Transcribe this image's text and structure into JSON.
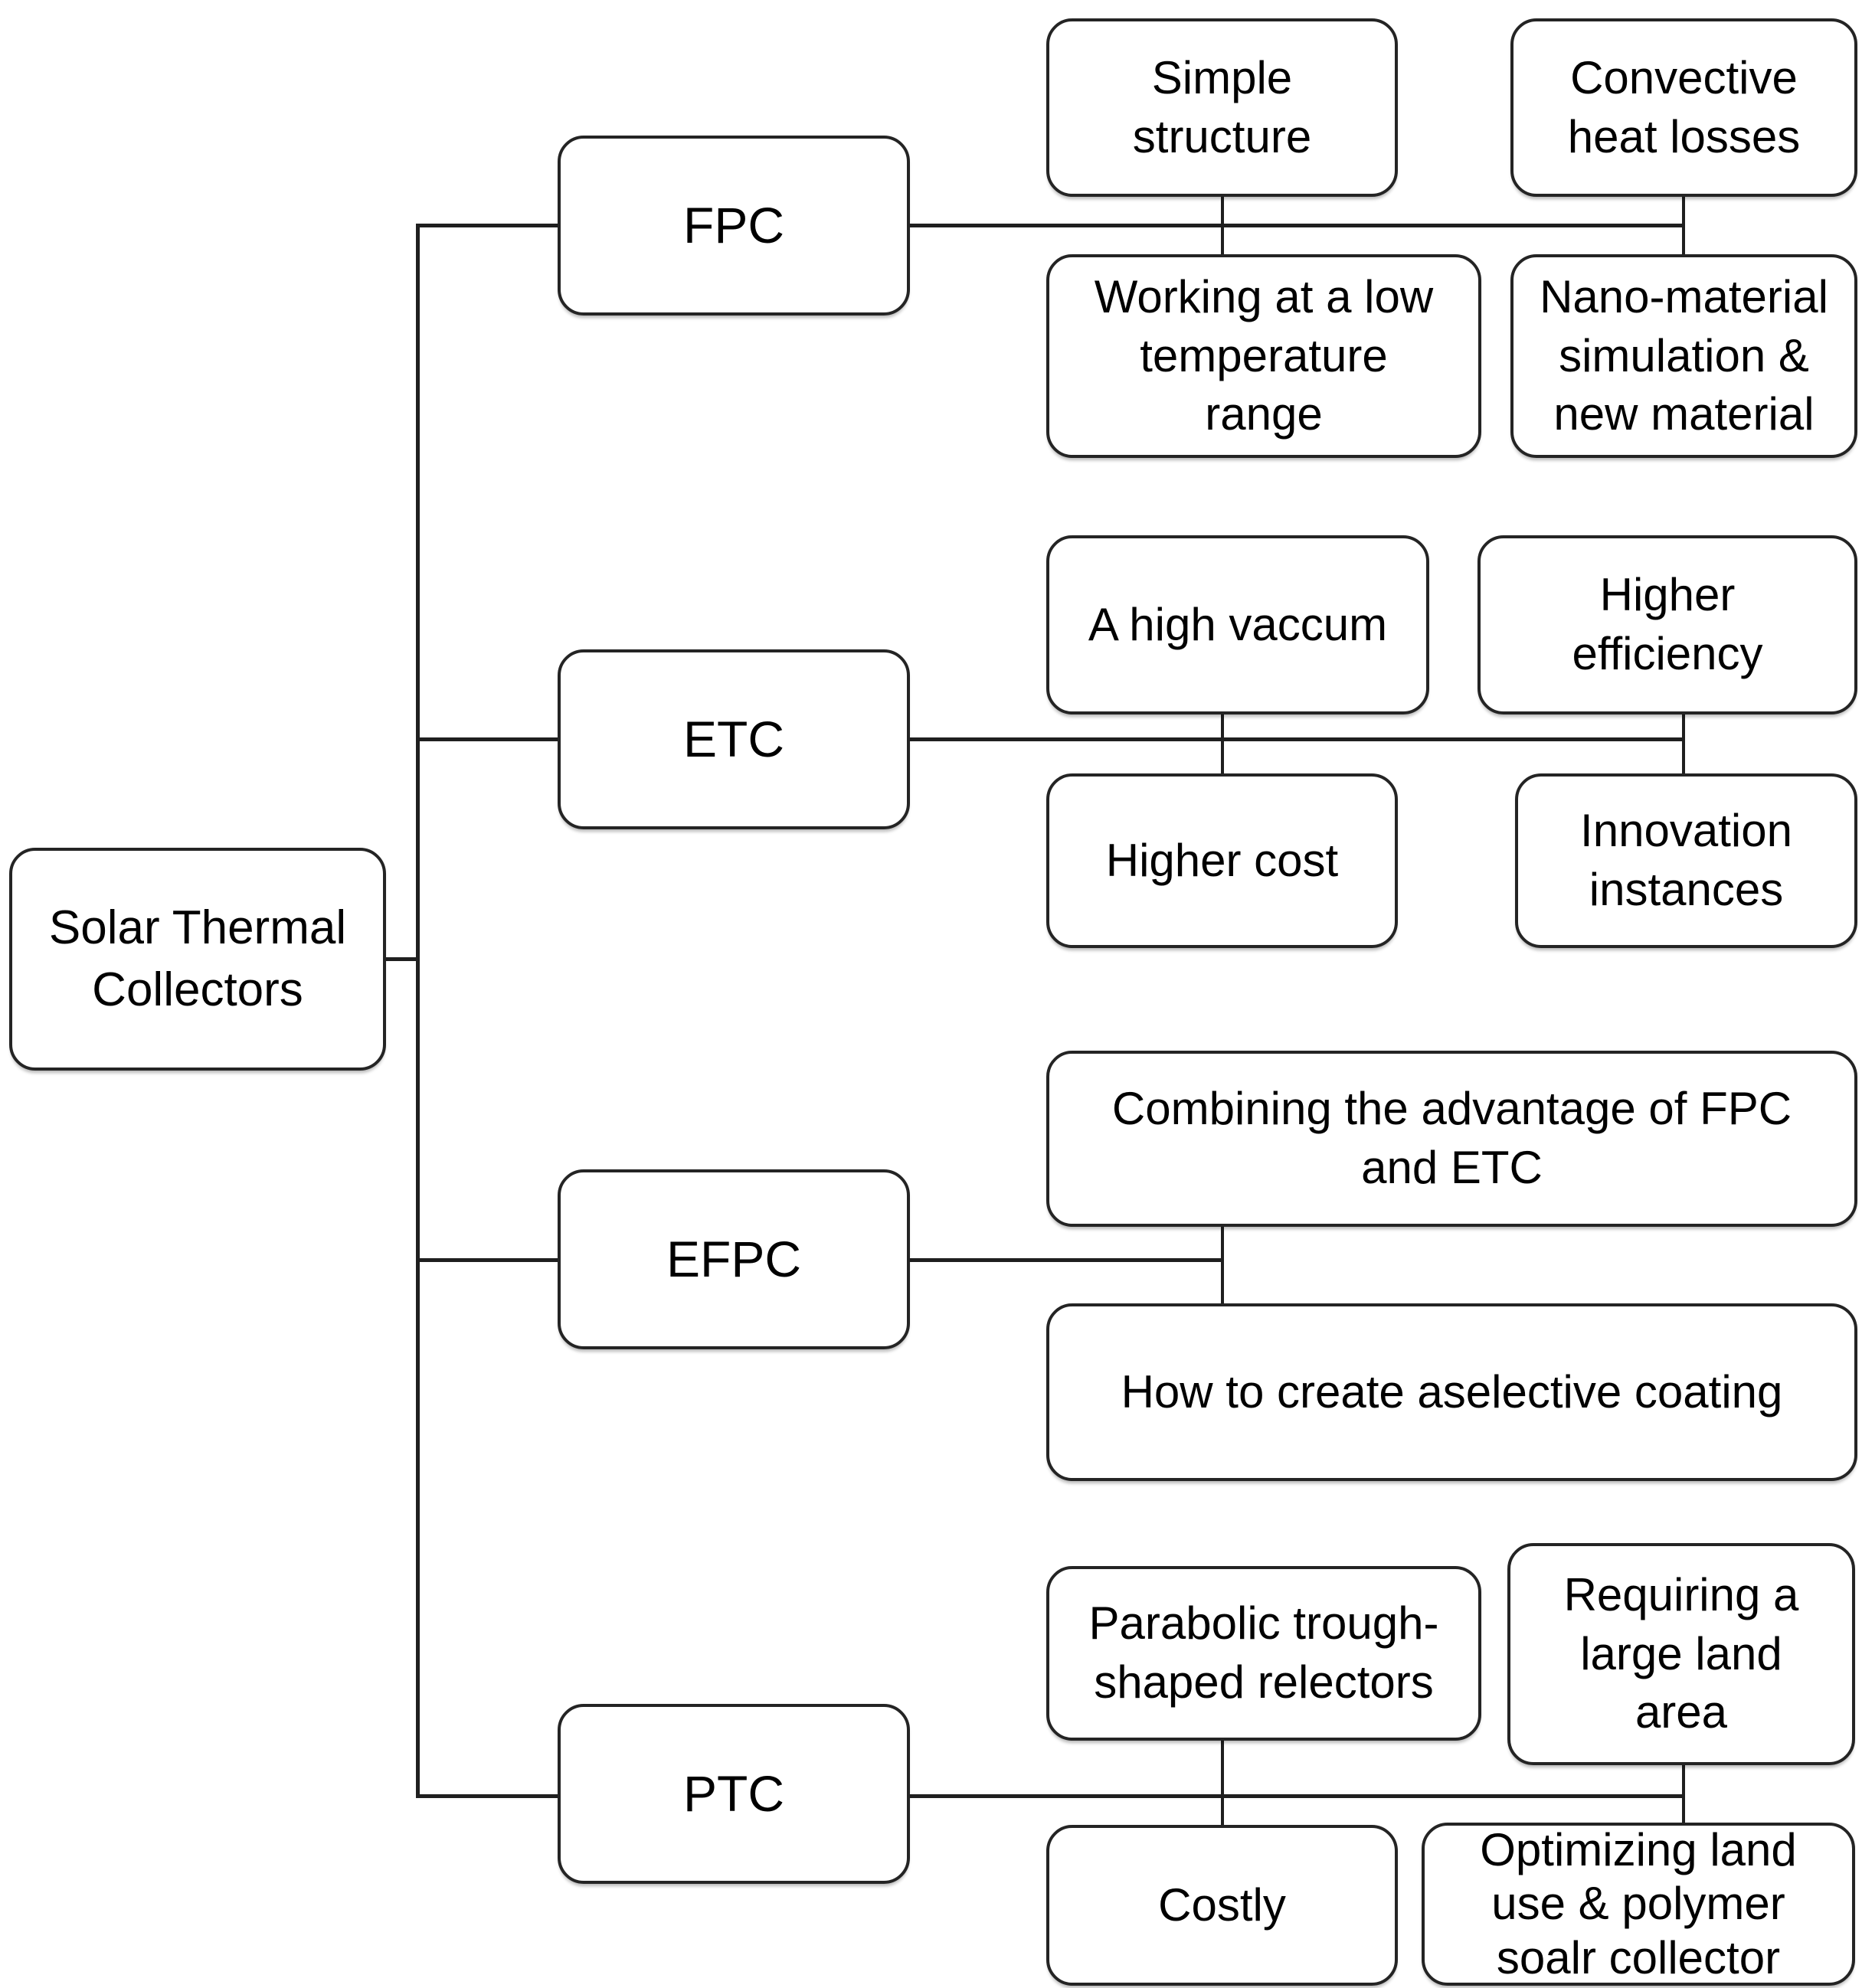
{
  "colors": {
    "background": "#ffffff",
    "box_fill": "#ffffff",
    "box_border": "#242424",
    "connector_line": "#1f1f1f",
    "text": "#000000"
  },
  "nodes": {
    "root": "Solar Thermal\nCollectors",
    "fpc": "FPC",
    "etc": "ETC",
    "efpc": "EFPC",
    "ptc": "PTC",
    "fpc_simple": "Simple\nstructure",
    "fpc_convective": "Convective\nheat losses",
    "fpc_working": "Working at a low\ntemperature\nrange",
    "fpc_nano": "Nano-material\nsimulation &\nnew material",
    "etc_vaccum": "A high vaccum",
    "etc_efficiency": "Higher\nefficiency",
    "etc_cost": "Higher cost",
    "etc_innovation": "Innovation\ninstances",
    "efpc_combining": "Combining the advantage of FPC\nand ETC",
    "efpc_coating": "How to create aselective coating",
    "ptc_parabolic": "Parabolic trough-\nshaped relectors",
    "ptc_requiring": "Requiring a\nlarge land\narea",
    "ptc_costly": "Costly",
    "ptc_optimizing": "Optimizing land\nuse & polymer\nsoalr collector"
  }
}
